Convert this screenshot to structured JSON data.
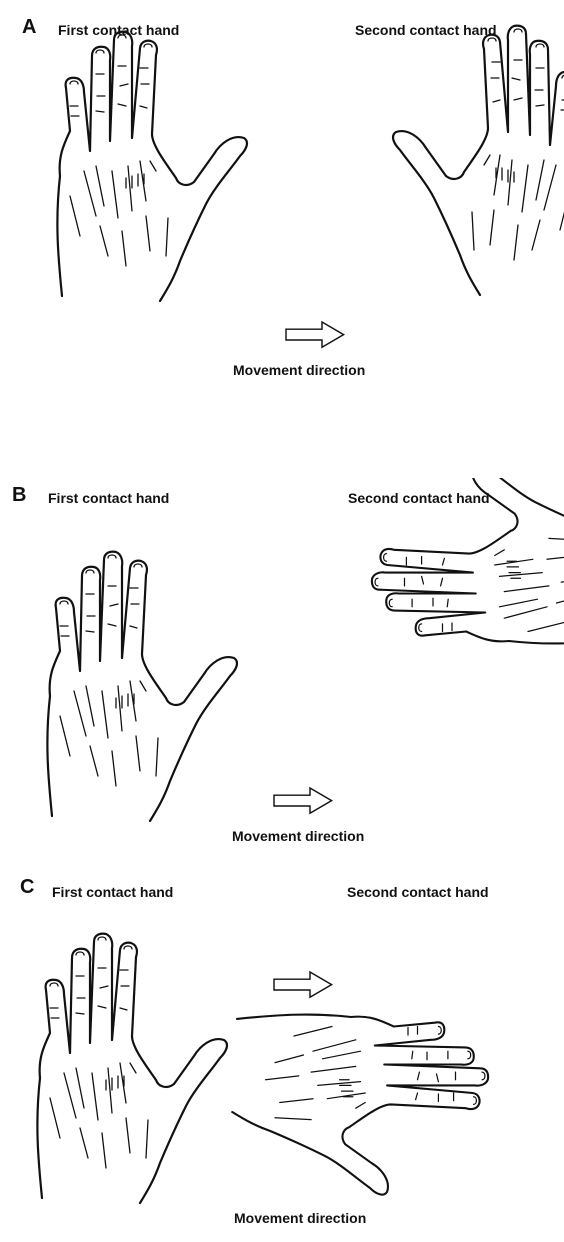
{
  "panels": [
    {
      "letter": "A",
      "first_label": "First contact hand",
      "second_label": "Second contact hand",
      "movement_label": "Movement direction"
    },
    {
      "letter": "B",
      "first_label": "First contact hand",
      "second_label": "Second contact hand",
      "movement_label": "Movement direction"
    },
    {
      "letter": "C",
      "first_label": "First contact hand",
      "second_label": "Second contact hand",
      "movement_label": "Movement direction"
    }
  ],
  "icons": {
    "hand": "hand-outline-icon",
    "arrow": "right-arrow-icon"
  }
}
